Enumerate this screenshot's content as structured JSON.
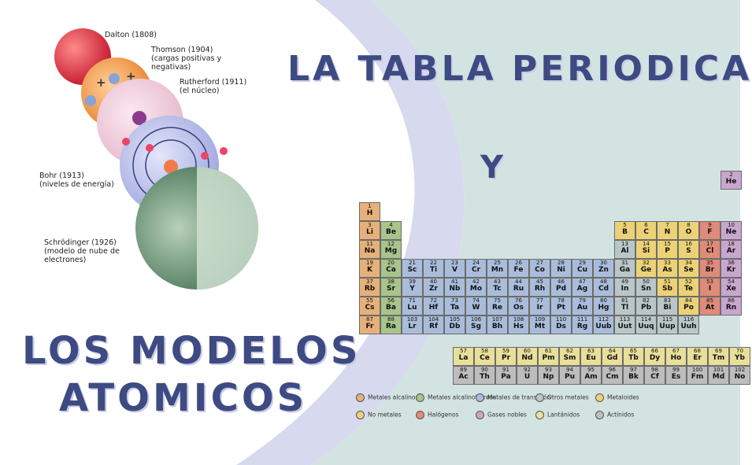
{
  "titles": {
    "tabla": "LA TABLA PERIODICA",
    "y": "Y",
    "modelos_line1": "LOS MODELOS",
    "modelos_line2": "ATOMICOS"
  },
  "atomic_models": [
    {
      "id": "dalton",
      "label": "Dalton (1808)"
    },
    {
      "id": "thomson",
      "label": "Thomson (1904)\n(cargas positivas y\nnegativas)"
    },
    {
      "id": "rutherford",
      "label": "Rutherford (1911)\n(el núcleo)"
    },
    {
      "id": "bohr",
      "label": "Bohr (1913)\n(niveles de energía)"
    },
    {
      "id": "schrodinger",
      "label": "Schrödinger (1926)\n(modelo de nube de\nelectrones)"
    }
  ],
  "colors": {
    "title": "#3e4a82",
    "alkali": "#e6b07a",
    "alkaline_earth": "#a7c48a",
    "transition": "#a9bddb",
    "other_metals": "#b9c7c9",
    "metalloids": "#ecd276",
    "nonmetals": "#ecd276",
    "halogens": "#e08a7a",
    "noble_gases": "#c9a6cf",
    "lanthanides": "#e8df9a",
    "actinides": "#bdbdbd"
  },
  "periodic_table": {
    "elements": [
      {
        "n": "1",
        "s": "H",
        "c": "alkali",
        "col": 1,
        "row": 1
      },
      {
        "n": "2",
        "s": "He",
        "c": "noble_gases",
        "col": 18,
        "row": 1
      },
      {
        "n": "3",
        "s": "Li",
        "c": "alkali",
        "col": 1,
        "row": 2
      },
      {
        "n": "4",
        "s": "Be",
        "c": "alkaline_earth",
        "col": 2,
        "row": 2
      },
      {
        "n": "5",
        "s": "B",
        "c": "metalloids",
        "col": 13,
        "row": 2
      },
      {
        "n": "6",
        "s": "C",
        "c": "nonmetals",
        "col": 14,
        "row": 2
      },
      {
        "n": "7",
        "s": "N",
        "c": "nonmetals",
        "col": 15,
        "row": 2
      },
      {
        "n": "8",
        "s": "O",
        "c": "nonmetals",
        "col": 16,
        "row": 2
      },
      {
        "n": "9",
        "s": "F",
        "c": "halogens",
        "col": 17,
        "row": 2
      },
      {
        "n": "10",
        "s": "Ne",
        "c": "noble_gases",
        "col": 18,
        "row": 2
      },
      {
        "n": "11",
        "s": "Na",
        "c": "alkali",
        "col": 1,
        "row": 3
      },
      {
        "n": "12",
        "s": "Mg",
        "c": "alkaline_earth",
        "col": 2,
        "row": 3
      },
      {
        "n": "13",
        "s": "Al",
        "c": "other_metals",
        "col": 13,
        "row": 3
      },
      {
        "n": "14",
        "s": "Si",
        "c": "metalloids",
        "col": 14,
        "row": 3
      },
      {
        "n": "15",
        "s": "P",
        "c": "nonmetals",
        "col": 15,
        "row": 3
      },
      {
        "n": "16",
        "s": "S",
        "c": "nonmetals",
        "col": 16,
        "row": 3
      },
      {
        "n": "17",
        "s": "Cl",
        "c": "halogens",
        "col": 17,
        "row": 3
      },
      {
        "n": "18",
        "s": "Ar",
        "c": "noble_gases",
        "col": 18,
        "row": 3
      },
      {
        "n": "19",
        "s": "K",
        "c": "alkali",
        "col": 1,
        "row": 4
      },
      {
        "n": "20",
        "s": "Ca",
        "c": "alkaline_earth",
        "col": 2,
        "row": 4
      },
      {
        "n": "21",
        "s": "Sc",
        "c": "transition",
        "col": 3,
        "row": 4
      },
      {
        "n": "22",
        "s": "Ti",
        "c": "transition",
        "col": 4,
        "row": 4
      },
      {
        "n": "23",
        "s": "V",
        "c": "transition",
        "col": 5,
        "row": 4
      },
      {
        "n": "24",
        "s": "Cr",
        "c": "transition",
        "col": 6,
        "row": 4
      },
      {
        "n": "25",
        "s": "Mn",
        "c": "transition",
        "col": 7,
        "row": 4
      },
      {
        "n": "26",
        "s": "Fe",
        "c": "transition",
        "col": 8,
        "row": 4
      },
      {
        "n": "27",
        "s": "Co",
        "c": "transition",
        "col": 9,
        "row": 4
      },
      {
        "n": "28",
        "s": "Ni",
        "c": "transition",
        "col": 10,
        "row": 4
      },
      {
        "n": "29",
        "s": "Cu",
        "c": "transition",
        "col": 11,
        "row": 4
      },
      {
        "n": "30",
        "s": "Zn",
        "c": "transition",
        "col": 12,
        "row": 4
      },
      {
        "n": "31",
        "s": "Ga",
        "c": "other_metals",
        "col": 13,
        "row": 4
      },
      {
        "n": "32",
        "s": "Ge",
        "c": "metalloids",
        "col": 14,
        "row": 4
      },
      {
        "n": "33",
        "s": "As",
        "c": "metalloids",
        "col": 15,
        "row": 4
      },
      {
        "n": "34",
        "s": "Se",
        "c": "nonmetals",
        "col": 16,
        "row": 4
      },
      {
        "n": "35",
        "s": "Br",
        "c": "halogens",
        "col": 17,
        "row": 4
      },
      {
        "n": "36",
        "s": "Kr",
        "c": "noble_gases",
        "col": 18,
        "row": 4
      },
      {
        "n": "37",
        "s": "Rb",
        "c": "alkali",
        "col": 1,
        "row": 5
      },
      {
        "n": "38",
        "s": "Sr",
        "c": "alkaline_earth",
        "col": 2,
        "row": 5
      },
      {
        "n": "39",
        "s": "Y",
        "c": "transition",
        "col": 3,
        "row": 5
      },
      {
        "n": "40",
        "s": "Zr",
        "c": "transition",
        "col": 4,
        "row": 5
      },
      {
        "n": "41",
        "s": "Nb",
        "c": "transition",
        "col": 5,
        "row": 5
      },
      {
        "n": "42",
        "s": "Mo",
        "c": "transition",
        "col": 6,
        "row": 5
      },
      {
        "n": "43",
        "s": "Tc",
        "c": "transition",
        "col": 7,
        "row": 5
      },
      {
        "n": "44",
        "s": "Ru",
        "c": "transition",
        "col": 8,
        "row": 5
      },
      {
        "n": "45",
        "s": "Rh",
        "c": "transition",
        "col": 9,
        "row": 5
      },
      {
        "n": "46",
        "s": "Pd",
        "c": "transition",
        "col": 10,
        "row": 5
      },
      {
        "n": "47",
        "s": "Ag",
        "c": "transition",
        "col": 11,
        "row": 5
      },
      {
        "n": "48",
        "s": "Cd",
        "c": "transition",
        "col": 12,
        "row": 5
      },
      {
        "n": "49",
        "s": "In",
        "c": "other_metals",
        "col": 13,
        "row": 5
      },
      {
        "n": "50",
        "s": "Sn",
        "c": "other_metals",
        "col": 14,
        "row": 5
      },
      {
        "n": "51",
        "s": "Sb",
        "c": "metalloids",
        "col": 15,
        "row": 5
      },
      {
        "n": "52",
        "s": "Te",
        "c": "metalloids",
        "col": 16,
        "row": 5
      },
      {
        "n": "53",
        "s": "I",
        "c": "halogens",
        "col": 17,
        "row": 5
      },
      {
        "n": "54",
        "s": "Xe",
        "c": "noble_gases",
        "col": 18,
        "row": 5
      },
      {
        "n": "55",
        "s": "Cs",
        "c": "alkali",
        "col": 1,
        "row": 6
      },
      {
        "n": "56",
        "s": "Ba",
        "c": "alkaline_earth",
        "col": 2,
        "row": 6
      },
      {
        "n": "71",
        "s": "Lu",
        "c": "transition",
        "col": 3,
        "row": 6
      },
      {
        "n": "72",
        "s": "Hf",
        "c": "transition",
        "col": 4,
        "row": 6
      },
      {
        "n": "73",
        "s": "Ta",
        "c": "transition",
        "col": 5,
        "row": 6
      },
      {
        "n": "74",
        "s": "W",
        "c": "transition",
        "col": 6,
        "row": 6
      },
      {
        "n": "75",
        "s": "Re",
        "c": "transition",
        "col": 7,
        "row": 6
      },
      {
        "n": "76",
        "s": "Os",
        "c": "transition",
        "col": 8,
        "row": 6
      },
      {
        "n": "77",
        "s": "Ir",
        "c": "transition",
        "col": 9,
        "row": 6
      },
      {
        "n": "78",
        "s": "Pt",
        "c": "transition",
        "col": 10,
        "row": 6
      },
      {
        "n": "79",
        "s": "Au",
        "c": "transition",
        "col": 11,
        "row": 6
      },
      {
        "n": "80",
        "s": "Hg",
        "c": "transition",
        "col": 12,
        "row": 6
      },
      {
        "n": "81",
        "s": "Tl",
        "c": "other_metals",
        "col": 13,
        "row": 6
      },
      {
        "n": "82",
        "s": "Pb",
        "c": "other_metals",
        "col": 14,
        "row": 6
      },
      {
        "n": "83",
        "s": "Bi",
        "c": "other_metals",
        "col": 15,
        "row": 6
      },
      {
        "n": "84",
        "s": "Po",
        "c": "metalloids",
        "col": 16,
        "row": 6
      },
      {
        "n": "85",
        "s": "At",
        "c": "halogens",
        "col": 17,
        "row": 6
      },
      {
        "n": "86",
        "s": "Rn",
        "c": "noble_gases",
        "col": 18,
        "row": 6
      },
      {
        "n": "87",
        "s": "Fr",
        "c": "alkali",
        "col": 1,
        "row": 7
      },
      {
        "n": "88",
        "s": "Ra",
        "c": "alkaline_earth",
        "col": 2,
        "row": 7
      },
      {
        "n": "103",
        "s": "Lr",
        "c": "transition",
        "col": 3,
        "row": 7
      },
      {
        "n": "104",
        "s": "Rf",
        "c": "transition",
        "col": 4,
        "row": 7
      },
      {
        "n": "105",
        "s": "Db",
        "c": "transition",
        "col": 5,
        "row": 7
      },
      {
        "n": "106",
        "s": "Sg",
        "c": "transition",
        "col": 6,
        "row": 7
      },
      {
        "n": "107",
        "s": "Bh",
        "c": "transition",
        "col": 7,
        "row": 7
      },
      {
        "n": "108",
        "s": "Hs",
        "c": "transition",
        "col": 8,
        "row": 7
      },
      {
        "n": "109",
        "s": "Mt",
        "c": "transition",
        "col": 9,
        "row": 7
      },
      {
        "n": "110",
        "s": "Ds",
        "c": "transition",
        "col": 10,
        "row": 7
      },
      {
        "n": "111",
        "s": "Rg",
        "c": "transition",
        "col": 11,
        "row": 7
      },
      {
        "n": "112",
        "s": "Uub",
        "c": "transition",
        "col": 12,
        "row": 7
      },
      {
        "n": "113",
        "s": "Uut",
        "c": "other_metals",
        "col": 13,
        "row": 7
      },
      {
        "n": "114",
        "s": "Uuq",
        "c": "other_metals",
        "col": 14,
        "row": 7
      },
      {
        "n": "115",
        "s": "Uup",
        "c": "other_metals",
        "col": 15,
        "row": 7
      },
      {
        "n": "116",
        "s": "Uuh",
        "c": "other_metals",
        "col": 16,
        "row": 7
      },
      {
        "n": "57",
        "s": "La",
        "c": "lanthanides",
        "col": 4,
        "row": 8
      },
      {
        "n": "58",
        "s": "Ce",
        "c": "lanthanides",
        "col": 5,
        "row": 8
      },
      {
        "n": "59",
        "s": "Pr",
        "c": "lanthanides",
        "col": 6,
        "row": 8
      },
      {
        "n": "60",
        "s": "Nd",
        "c": "lanthanides",
        "col": 7,
        "row": 8
      },
      {
        "n": "61",
        "s": "Pm",
        "c": "lanthanides",
        "col": 8,
        "row": 8
      },
      {
        "n": "62",
        "s": "Sm",
        "c": "lanthanides",
        "col": 9,
        "row": 8
      },
      {
        "n": "63",
        "s": "Eu",
        "c": "lanthanides",
        "col": 10,
        "row": 8
      },
      {
        "n": "64",
        "s": "Gd",
        "c": "lanthanides",
        "col": 11,
        "row": 8
      },
      {
        "n": "65",
        "s": "Tb",
        "c": "lanthanides",
        "col": 12,
        "row": 8
      },
      {
        "n": "66",
        "s": "Dy",
        "c": "lanthanides",
        "col": 13,
        "row": 8
      },
      {
        "n": "67",
        "s": "Ho",
        "c": "lanthanides",
        "col": 14,
        "row": 8
      },
      {
        "n": "68",
        "s": "Er",
        "c": "lanthanides",
        "col": 15,
        "row": 8
      },
      {
        "n": "69",
        "s": "Tm",
        "c": "lanthanides",
        "col": 16,
        "row": 8
      },
      {
        "n": "70",
        "s": "Yb",
        "c": "lanthanides",
        "col": 17,
        "row": 8
      },
      {
        "n": "89",
        "s": "Ac",
        "c": "actinides",
        "col": 4,
        "row": 9
      },
      {
        "n": "90",
        "s": "Th",
        "c": "actinides",
        "col": 5,
        "row": 9
      },
      {
        "n": "91",
        "s": "Pa",
        "c": "actinides",
        "col": 6,
        "row": 9
      },
      {
        "n": "92",
        "s": "U",
        "c": "actinides",
        "col": 7,
        "row": 9
      },
      {
        "n": "93",
        "s": "Np",
        "c": "actinides",
        "col": 8,
        "row": 9
      },
      {
        "n": "94",
        "s": "Pu",
        "c": "actinides",
        "col": 9,
        "row": 9
      },
      {
        "n": "95",
        "s": "Am",
        "c": "actinides",
        "col": 10,
        "row": 9
      },
      {
        "n": "96",
        "s": "Cm",
        "c": "actinides",
        "col": 11,
        "row": 9
      },
      {
        "n": "97",
        "s": "Bk",
        "c": "actinides",
        "col": 12,
        "row": 9
      },
      {
        "n": "98",
        "s": "Cf",
        "c": "actinides",
        "col": 13,
        "row": 9
      },
      {
        "n": "99",
        "s": "Es",
        "c": "actinides",
        "col": 14,
        "row": 9
      },
      {
        "n": "100",
        "s": "Fm",
        "c": "actinides",
        "col": 15,
        "row": 9
      },
      {
        "n": "101",
        "s": "Md",
        "c": "actinides",
        "col": 16,
        "row": 9
      },
      {
        "n": "102",
        "s": "No",
        "c": "actinides",
        "col": 17,
        "row": 9
      }
    ],
    "legend": [
      {
        "label": "Metales alcalinos",
        "c": "alkali"
      },
      {
        "label": "Metales alcalinotérreos",
        "c": "alkaline_earth"
      },
      {
        "label": "Metales de transición",
        "c": "transition"
      },
      {
        "label": "Otros metales",
        "c": "other_metals"
      },
      {
        "label": "Metaloides",
        "c": "metalloids"
      },
      {
        "label": "No metales",
        "c": "nonmetals"
      },
      {
        "label": "Halógenos",
        "c": "halogens"
      },
      {
        "label": "Gases nobles",
        "c": "noble_gases"
      },
      {
        "label": "Lantánidos",
        "c": "lanthanides"
      },
      {
        "label": "Actínidos",
        "c": "actinides"
      }
    ]
  }
}
